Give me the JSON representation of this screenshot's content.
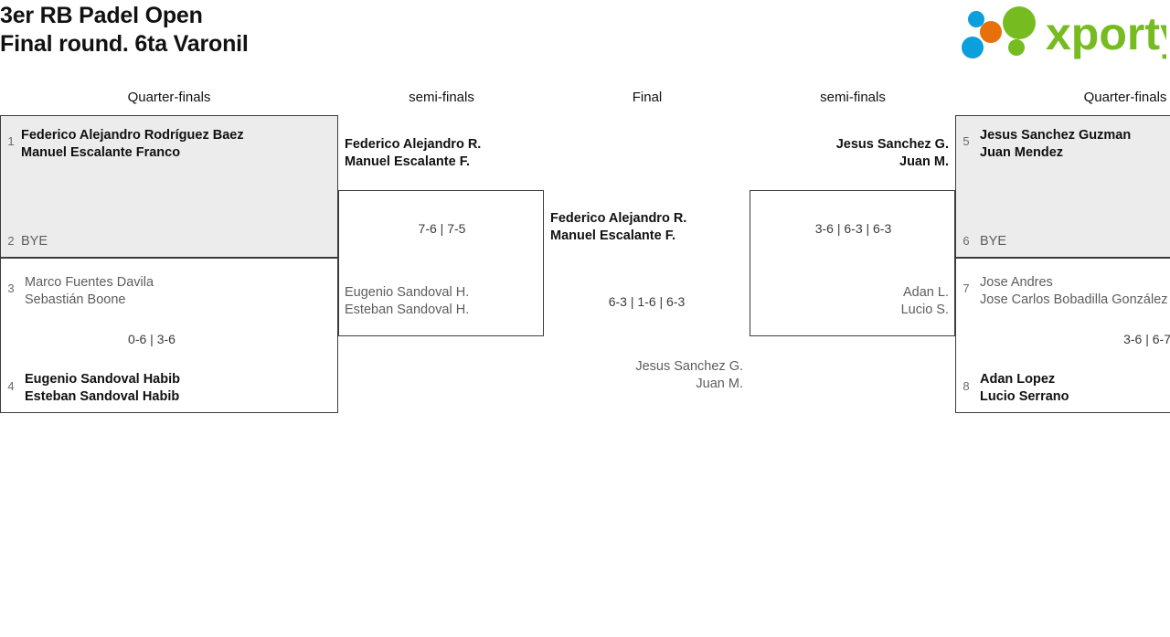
{
  "header": {
    "title_line1": "3er RB Padel Open",
    "title_line2": "Final round. 6ta Varonil",
    "logo_text": "xporty",
    "logo_colors": {
      "green": "#76bc21",
      "blue": "#0b9fdb",
      "orange": "#e8700a"
    }
  },
  "rounds": [
    {
      "label": "Quarter-finals"
    },
    {
      "label": "semi-finals"
    },
    {
      "label": "Final"
    },
    {
      "label": "semi-finals"
    },
    {
      "label": "Quarter-finals"
    }
  ],
  "bracket": {
    "left_quarterfinals": [
      {
        "seed_top": "1",
        "seed_bottom": "2",
        "top_team": {
          "p1": "Federico Alejandro Rodríguez Baez",
          "p2": "Manuel Escalante Franco",
          "result": "winner"
        },
        "bottom_team": {
          "p1": "BYE",
          "p2": "",
          "result": "bye"
        },
        "score": ""
      },
      {
        "seed_top": "3",
        "seed_bottom": "4",
        "top_team": {
          "p1": "Marco Fuentes Davila",
          "p2": "Sebastián Boone",
          "result": "loser"
        },
        "bottom_team": {
          "p1": "Eugenio Sandoval Habib",
          "p2": "Esteban Sandoval Habib",
          "result": "winner"
        },
        "score": "0-6 | 3-6"
      }
    ],
    "left_semifinal": {
      "top_team": {
        "p1": "Federico Alejandro R.",
        "p2": "Manuel Escalante F.",
        "result": "winner"
      },
      "bottom_team": {
        "p1": "Eugenio Sandoval H.",
        "p2": "Esteban Sandoval H.",
        "result": "loser"
      },
      "score": "7-6 | 7-5"
    },
    "final": {
      "top_team": {
        "p1": "Federico Alejandro R.",
        "p2": "Manuel Escalante F.",
        "result": "winner"
      },
      "bottom_team": {
        "p1": "Jesus Sanchez G.",
        "p2": "Juan M.",
        "result": "loser"
      },
      "score": "6-3 | 1-6 | 6-3"
    },
    "right_semifinal": {
      "top_team": {
        "p1": "Jesus Sanchez G.",
        "p2": "Juan M.",
        "result": "winner"
      },
      "bottom_team": {
        "p1": "Adan L.",
        "p2": "Lucio S.",
        "result": "loser"
      },
      "score": "3-6 | 6-3 | 6-3"
    },
    "right_quarterfinals": [
      {
        "seed_top": "5",
        "seed_bottom": "6",
        "top_team": {
          "p1": "Jesus Sanchez Guzman",
          "p2": "Juan Mendez",
          "result": "winner"
        },
        "bottom_team": {
          "p1": "BYE",
          "p2": "",
          "result": "bye"
        },
        "score": ""
      },
      {
        "seed_top": "7",
        "seed_bottom": "8",
        "top_team": {
          "p1": "Jose Andres",
          "p2": "Jose Carlos Bobadilla González",
          "result": "loser"
        },
        "bottom_team": {
          "p1": "Adan Lopez",
          "p2": "Lucio Serrano",
          "result": "winner"
        },
        "score": "3-6 | 6-7"
      }
    ]
  }
}
